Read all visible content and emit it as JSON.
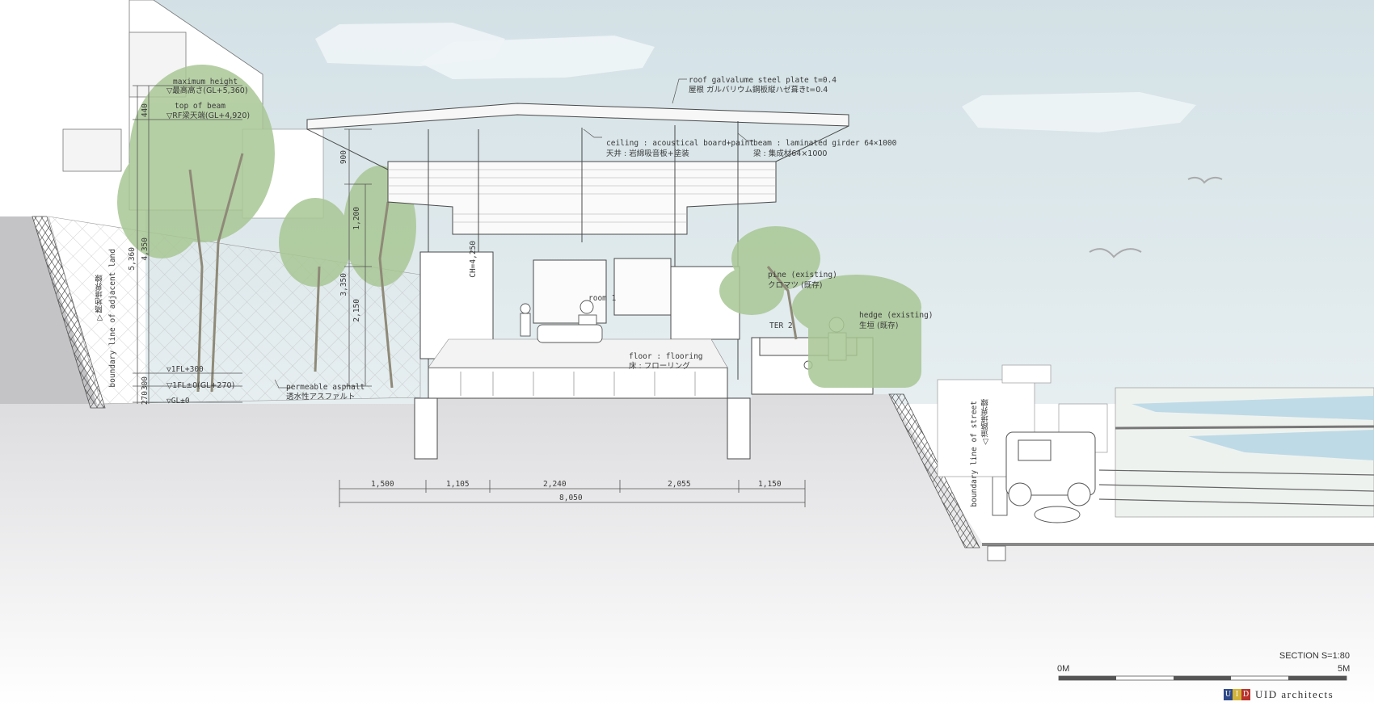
{
  "annotations": {
    "max_height_en": "maximum height",
    "max_height_jp": "▽最高高さ(GL+5,360)",
    "top_of_beam_en": "top of beam",
    "top_of_beam_jp": "▽RF梁天端(GL+4,920)",
    "fl_300": "▽1FL+300",
    "fl_0": "▽1FL±0(GL+270)",
    "gl_0": "▽GL±0",
    "permeable_en": "permeable asphalt",
    "permeable_jp": "透水性アスファルト",
    "boundary_adj_en": "boundary line of adjacent land",
    "boundary_adj_jp": "▽隣地境界線",
    "roof_en": "roof  galvalume steel plate t=0.4",
    "roof_jp": "屋根  ガルバリウム鋼板縦ハゼ葺きt=0.4",
    "ceiling_en": "ceiling : acoustical board+paint",
    "ceiling_jp": "天井 : 岩綿吸音板+塗装",
    "beam_en": "beam : laminated girder 64×1000",
    "beam_jp": "梁 : 集成材64×1000",
    "ch": "CH=4,250",
    "room": "room 1",
    "floor_en": "floor : flooring",
    "floor_jp": "床 : フローリング",
    "pine_en": "pine (existing)",
    "pine_jp": "クロマツ (既存)",
    "hedge_en": "hedge (existing)",
    "hedge_jp": "生垣 (既存)",
    "ter": "TER 2",
    "boundary_street_en": "boundary line of street",
    "boundary_street_jp": "△道路境界線"
  },
  "dimensions": {
    "v_440": "440",
    "v_4350": "4,350",
    "v_5360": "5,360",
    "v_300": "300",
    "v_270": "270",
    "v_900": "900",
    "v_1200": "1,200",
    "v_3350": "3,350",
    "v_2150": "2,150",
    "h_1500": "1,500",
    "h_1105": "1,105",
    "h_2240": "2,240",
    "h_2055": "2,055",
    "h_1150": "1,150",
    "h_8050": "8,050"
  },
  "scale": {
    "title": "SECTION S=1:80",
    "zero": "0M",
    "five": "5M"
  },
  "logo": {
    "letters": [
      "U",
      "I",
      "D"
    ],
    "colors": [
      "#2f4a8a",
      "#d2b33a",
      "#b8332c"
    ],
    "name": "UID architects"
  },
  "colors": {
    "sky": "#d6e3e8",
    "ground": "#d8d8da",
    "foliage": "#9bbf86",
    "line": "#4a4a4a"
  }
}
